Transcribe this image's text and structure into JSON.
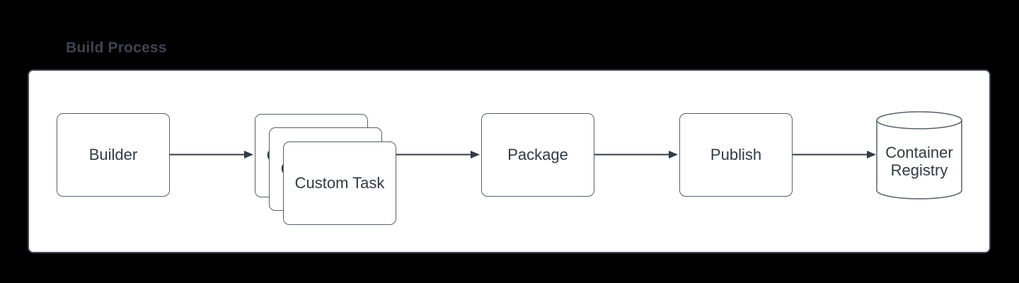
{
  "title": "Build Process",
  "diagram": {
    "nodes": {
      "builder": {
        "label": "Builder",
        "shape": "rounded-rectangle"
      },
      "custom_task": {
        "label": "Custom Task",
        "shape": "stacked-rounded-rectangles",
        "stack_count": 3
      },
      "package": {
        "label": "Package",
        "shape": "rounded-rectangle"
      },
      "publish": {
        "label": "Publish",
        "shape": "rounded-rectangle"
      },
      "container_registry": {
        "label": "Container Registry",
        "shape": "cylinder"
      }
    },
    "edges": [
      {
        "from": "Builder",
        "to": "Custom Task"
      },
      {
        "from": "Custom Task",
        "to": "Package"
      },
      {
        "from": "Package",
        "to": "Publish"
      },
      {
        "from": "Publish",
        "to": "Container Registry"
      }
    ],
    "colors": {
      "page_background": "#000000",
      "canvas_background": "#ffffff",
      "canvas_border": "#3f4752",
      "shape_border": "#5a616b",
      "connector": "#343b46",
      "text": "#333a44",
      "title_text": "#3d4450"
    }
  }
}
